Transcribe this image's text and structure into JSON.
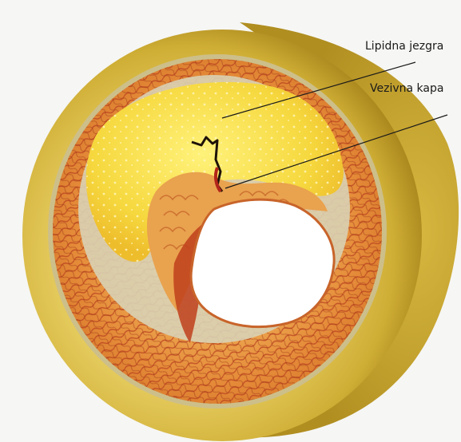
{
  "labels": {
    "lipid_core": "Lipidna jezgra",
    "fibrous_cap": "Vezivna kapa"
  },
  "colors": {
    "background": "#f6f6f4",
    "outer_adventitia": "#c9a42a",
    "adventitia_light": "#e2c65a",
    "media_orange": "#e8913a",
    "media_red_fibers": "#b8401e",
    "lipid_yellow": "#f7dc4a",
    "fibrous_cap": "#e79a4e",
    "lumen": "#ffffff",
    "hemorrhage_red": "#b8321a",
    "leader_line": "#1a1a1a"
  },
  "icons": [
    "artery-cross-section-illustration"
  ]
}
